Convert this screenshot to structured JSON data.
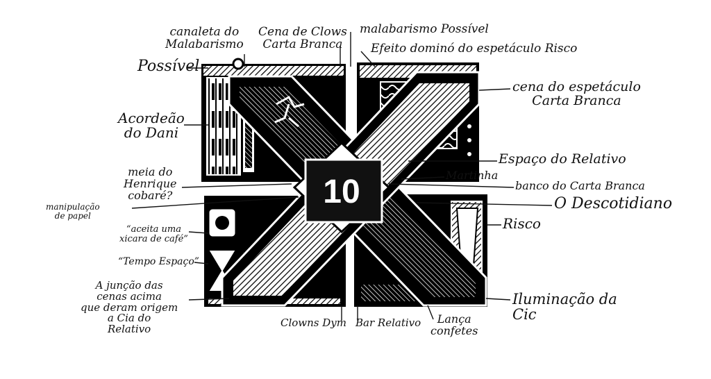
{
  "center_number": "10",
  "labels": {
    "canaleta": [
      "canaleta do",
      "Malabarismo"
    ],
    "possivel": "Possível",
    "cena_clowns": [
      "Cena de Clows",
      "Carta Branca"
    ],
    "malabarismo_possivel": "malabarismo Possível",
    "efeito_domino": "Efeito dominó do espetáculo Risco",
    "acordeao": [
      "Acordeão",
      "do Dani"
    ],
    "cena_espetaculo": [
      "cena do espetáculo",
      "Carta Branca"
    ],
    "espaco_relativo": "Espaço do Relativo",
    "meia": [
      "meia do",
      "Henrique",
      "cobaré?"
    ],
    "martinha": "Martinha",
    "banco": "banco do Carta Branca",
    "descotidiano": "O Descotidiano",
    "manipulacao": [
      "manipulação",
      "de papel"
    ],
    "risco": "Risco",
    "xicara": [
      "“aceita uma",
      "xicara de café”"
    ],
    "tempo_espaco": "“Tempo Espaço”",
    "juncao": [
      "A junção das",
      "cenas acima",
      "que deram origem",
      "a Cia do",
      "Relativo"
    ],
    "iluminacao": [
      "Iluminação da",
      "Cic"
    ],
    "clowns_dym": "Clowns Dym",
    "bar_relativo": "Bar Relativo",
    "lanca_confetes": [
      "Lança",
      "confetes"
    ]
  }
}
